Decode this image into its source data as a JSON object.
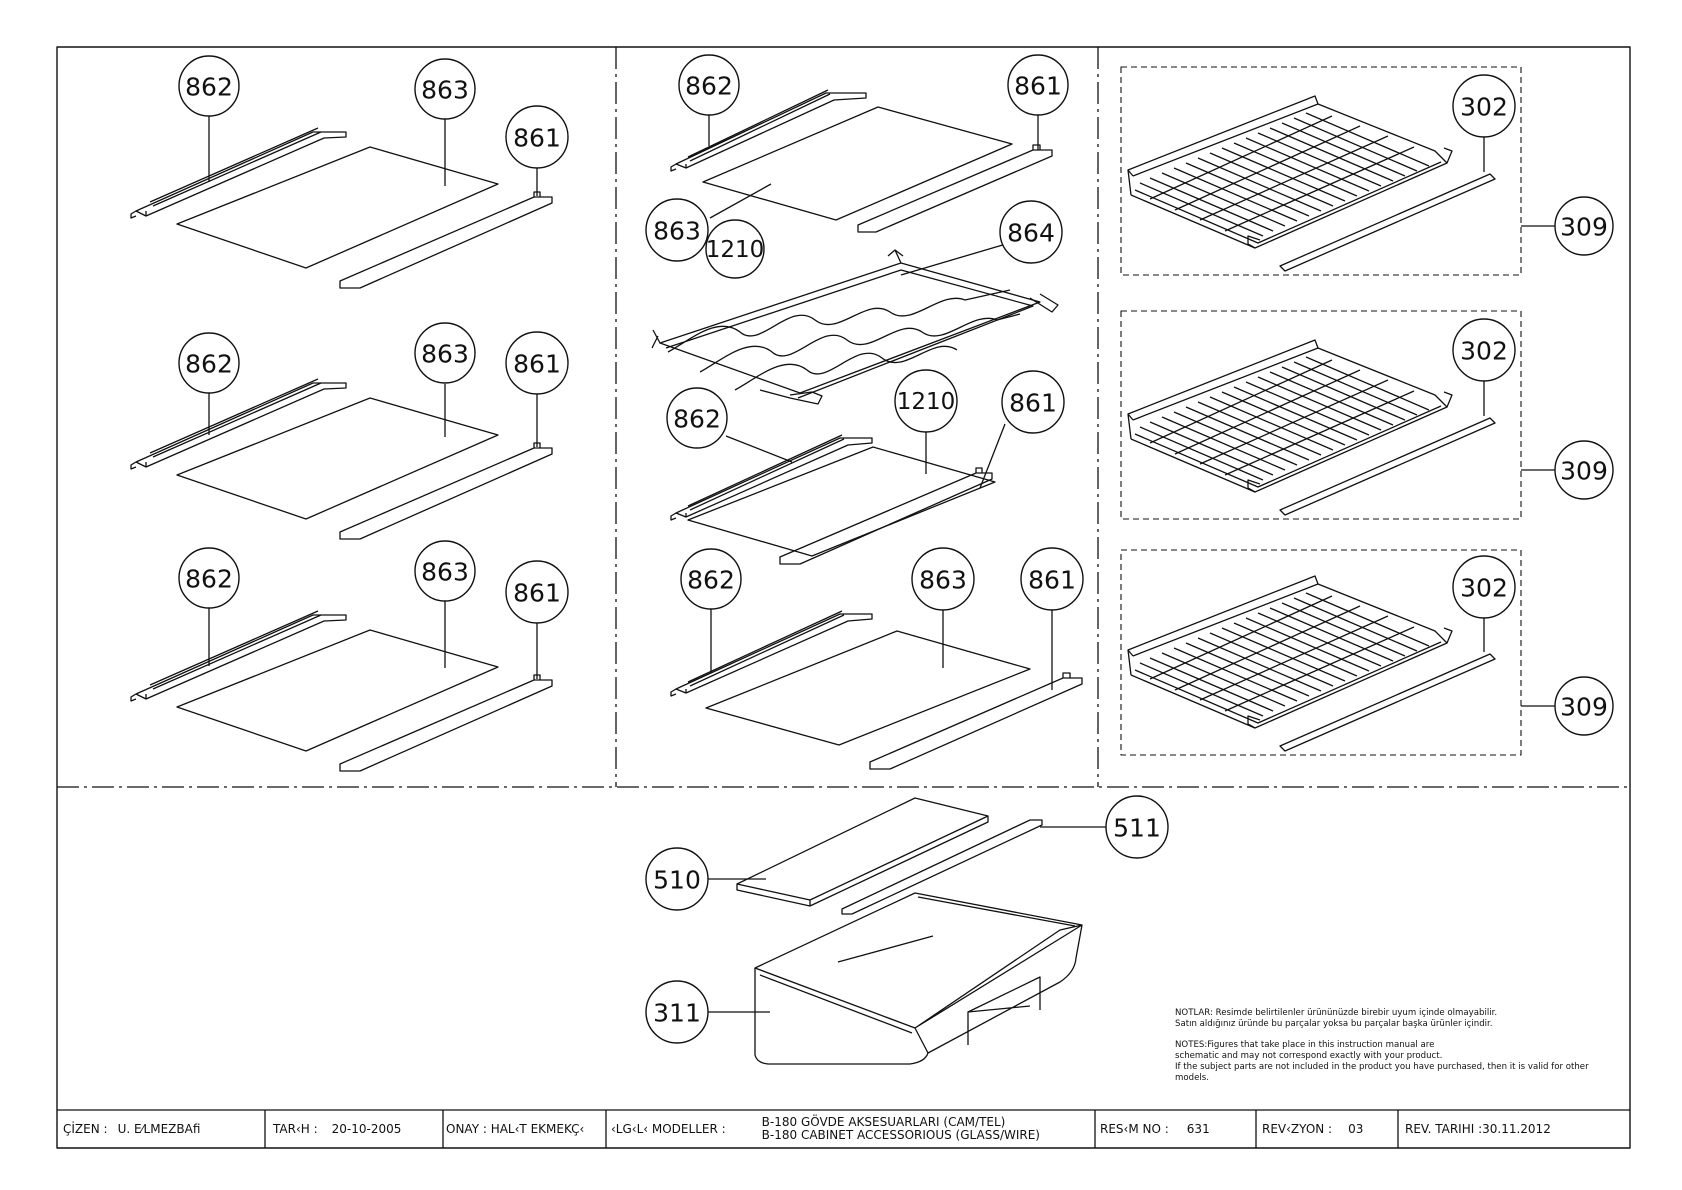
{
  "callouts": {
    "p1": [
      "862",
      "863",
      "861",
      "862",
      "863",
      "861",
      "862",
      "863",
      "861"
    ],
    "p2": [
      "862",
      "861",
      "863",
      "1210",
      "864",
      "862",
      "1210",
      "861",
      "862",
      "863",
      "861"
    ],
    "p3": [
      "302",
      "309",
      "302",
      "309",
      "302",
      "309"
    ],
    "p4": [
      "511",
      "510",
      "311"
    ]
  },
  "notes": {
    "tr_1": "NOTLAR: Resimde belirtilenler ürününüzde birebir  uyum içinde olmayabilir.",
    "tr_2": "Satın aldığınız üründe bu parçalar yoksa bu parçalar başka ürünler içindir.",
    "en_1": "NOTES:Figures that take place in this instruction manual are",
    "en_2": "schematic  and may not correspond exactly with your product.",
    "en_3": "If the subject parts are not included in the product you have purchased, then it is valid for other models."
  },
  "title_block": {
    "drawn_label": "ÇİZEN :",
    "drawn_value": "U. E⁄LMEZBAfi",
    "date_label": "TAR‹H :",
    "date_value": "20-10-2005",
    "approval": "ONAY : HAL‹T EKMEKÇ‹",
    "models_label": "‹LG‹L‹ MODELLER :",
    "desc_tr": "B-180 GÖVDE AKSESUARLARI (CAM/TEL)",
    "desc_en": "B-180 CABINET ACCESSORIOUS (GLASS/WIRE)",
    "drawing_no_label": "RES‹M NO :",
    "drawing_no_value": "631",
    "revision_label": "REV‹ZYON :",
    "revision_value": "03",
    "rev_date": "REV. TARIHI :30.11.2012"
  }
}
